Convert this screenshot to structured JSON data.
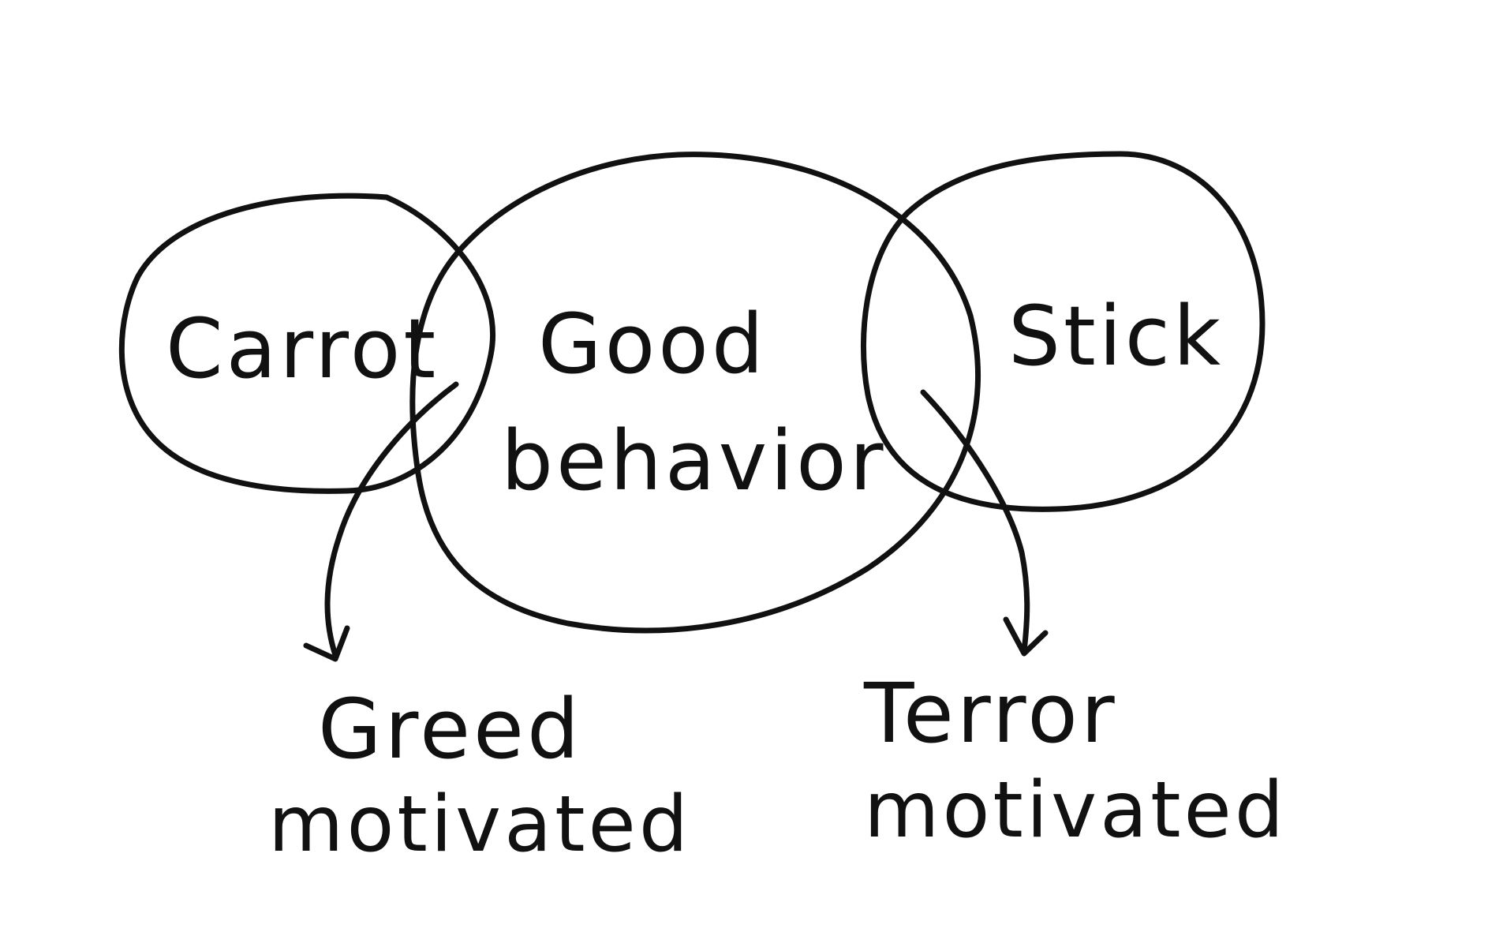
{
  "diagram": {
    "ink_color": "#111111",
    "background": "#ffffff",
    "labels": {
      "carrot": "Carrot",
      "good_line1": "Good",
      "good_line2": "behavior",
      "stick": "Stick",
      "greed_line1": "Greed",
      "greed_line2": "motivated",
      "terror_line1": "Terror",
      "terror_line2": "motivated"
    }
  }
}
